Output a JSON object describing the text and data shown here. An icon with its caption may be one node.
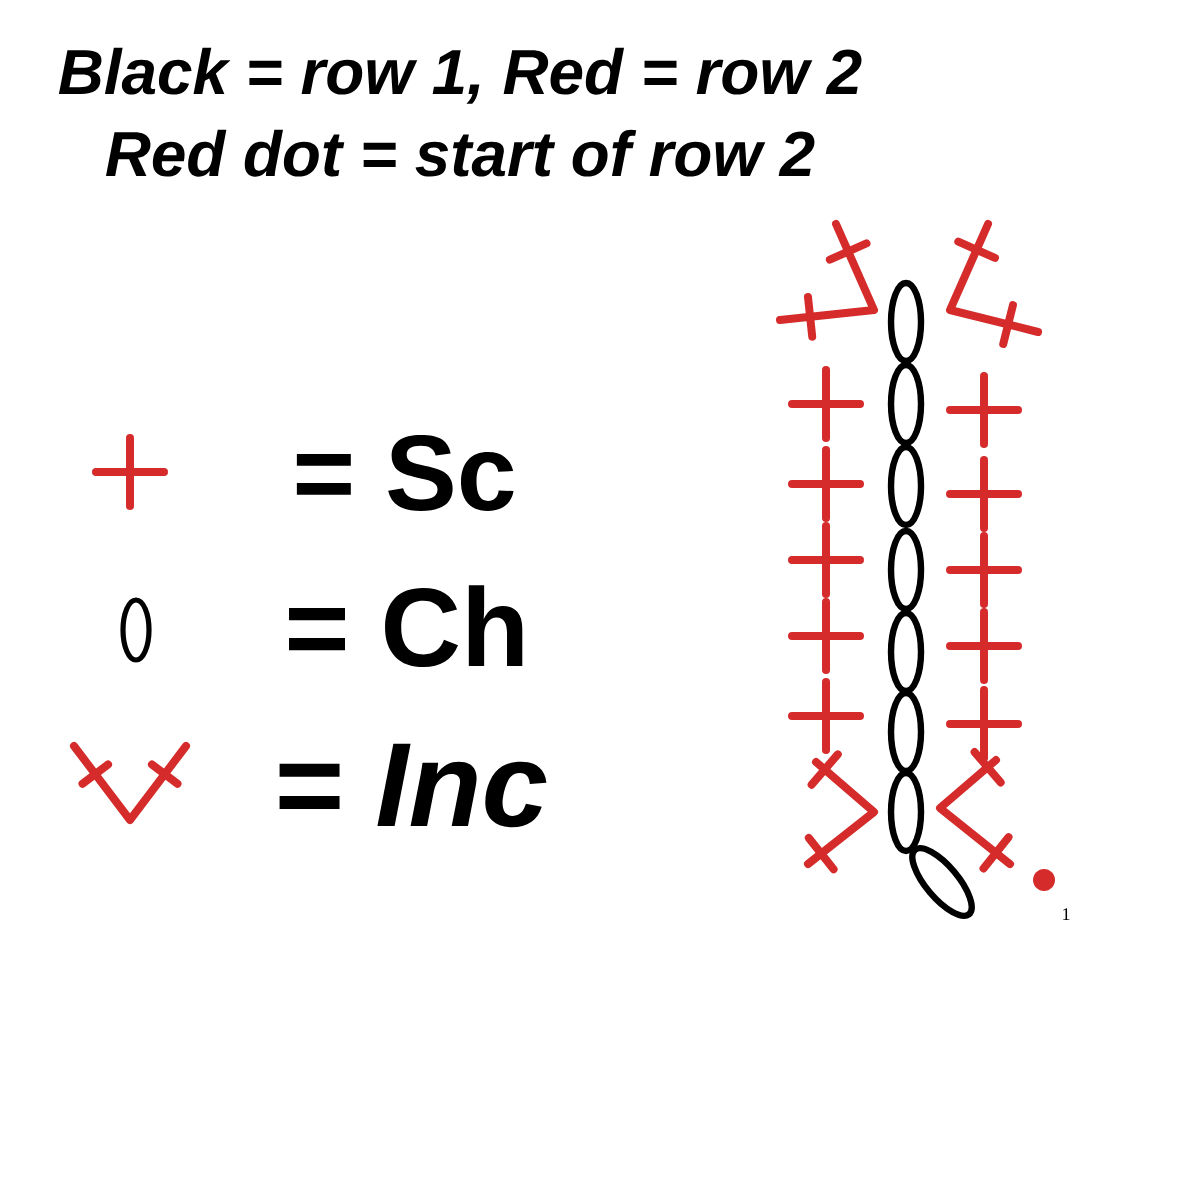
{
  "diagram": {
    "labels": [
      "Black = row 1, Red = row 2",
      "Red dot = start of row 2",
      "1"
    ],
    "legend": [
      {
        "text": "= Sc"
      },
      {
        "text": "= Ch"
      },
      {
        "text": "= Inc"
      }
    ]
  }
}
